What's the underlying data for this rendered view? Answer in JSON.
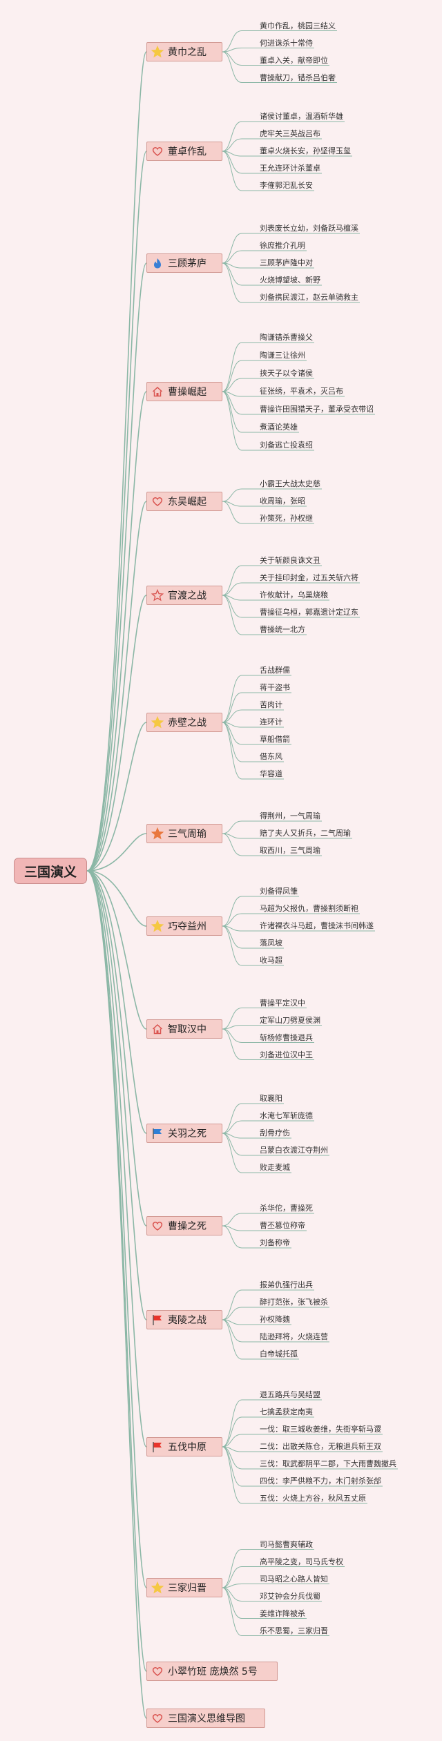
{
  "root": "三国演义",
  "colors": {
    "line": "#8bb7a6",
    "topic_fill": "#f6cfcb",
    "root_fill": "#f1b6b6",
    "background": "#fbf0f1"
  },
  "branches": [
    {
      "title": "黄巾之乱",
      "icon": "star-yellow-icon",
      "items": [
        "黄巾作乱，桃园三结义",
        "何进诛杀十常侍",
        "董卓入关，献帝即位",
        "曹操献刀，错杀吕伯奢"
      ]
    },
    {
      "title": "董卓作乱",
      "icon": "heart-icon",
      "items": [
        "诸侯讨董卓，温酒斩华雄",
        "虎牢关三英战吕布",
        "董卓火烧长安，孙坚得玉玺",
        "王允连环计杀董卓",
        "李傕郭汜乱长安"
      ]
    },
    {
      "title": "三顾茅庐",
      "icon": "flame-icon",
      "items": [
        "刘表废长立幼，刘备跃马檀溪",
        "徐庶推介孔明",
        "三顾茅庐隆中对",
        "火烧博望坡、新野",
        "刘备携民渡江，赵云单骑救主"
      ]
    },
    {
      "title": "曹操崛起",
      "icon": "home-icon",
      "items": [
        "陶谦错杀曹操父",
        "陶谦三让徐州",
        "挟天子以令诸侯",
        "征张绣，平袁术，灭吕布",
        "曹操许田围猎天子，董承受衣带诏",
        "煮酒论英雄",
        "刘备逃亡投袁绍"
      ]
    },
    {
      "title": "东吴崛起",
      "icon": "heart-icon",
      "items": [
        "小霸王大战太史慈",
        "收周瑜，张昭",
        "孙策死，孙权继"
      ]
    },
    {
      "title": "官渡之战",
      "icon": "star-outline-icon",
      "items": [
        "关于斩颜良诛文丑",
        "关于挂印封金，过五关斩六将",
        "许攸献计，乌巢烧粮",
        "曹操征乌桓，郭嘉遗计定辽东",
        "曹操统一北方"
      ]
    },
    {
      "title": "赤壁之战",
      "icon": "star-yellow-icon",
      "items": [
        "舌战群儒",
        "蒋干盗书",
        "苦肉计",
        "连环计",
        "草船借箭",
        "借东风",
        "华容道"
      ]
    },
    {
      "title": "三气周瑜",
      "icon": "star-orange-icon",
      "items": [
        "得荆州，一气周瑜",
        "赔了夫人又折兵，二气周瑜",
        "取西川，三气周瑜"
      ]
    },
    {
      "title": "巧夺益州",
      "icon": "star-yellow-icon",
      "items": [
        "刘备得凤雏",
        "马超为父报仇，曹操割须断袍",
        "许诸裸衣斗马超，曹操沫书间韩遂",
        "落凤坡",
        "收马超"
      ]
    },
    {
      "title": "智取汉中",
      "icon": "home-icon",
      "items": [
        "曹操平定汉中",
        "定军山刀劈夏侯渊",
        "斩杨修曹操退兵",
        "刘备进位汉中王"
      ]
    },
    {
      "title": "关羽之死",
      "icon": "flag-blue-icon",
      "items": [
        "取襄阳",
        "水淹七军斩庞德",
        "刮骨疗伤",
        "吕蒙白衣渡江夺荆州",
        "败走麦城"
      ]
    },
    {
      "title": "曹操之死",
      "icon": "heart-icon",
      "items": [
        "杀华佗，曹操死",
        "曹丕篡位称帝",
        "刘备称帝"
      ]
    },
    {
      "title": "夷陵之战",
      "icon": "flag-red-icon",
      "items": [
        "报弟仇强行出兵",
        "醉打范张，张飞被杀",
        "孙权降魏",
        "陆逊拜将，火烧连营",
        "白帝城托孤"
      ]
    },
    {
      "title": "五伐中原",
      "icon": "flag-red-icon",
      "items": [
        "退五路兵与吴结盟",
        "七擒孟获定南夷",
        "一伐：取三城收姜维，失街亭斩马谡",
        "二伐：出散关陈仓，无粮退兵斩王双",
        "三伐：取武都阴平二郡，下大雨曹魏撤兵",
        "四伐：李严供粮不力，木门射杀张郃",
        "五伐：火烧上方谷，秋风五丈原"
      ]
    },
    {
      "title": "三家归晋",
      "icon": "star-yellow-icon",
      "items": [
        "司马懿曹爽辅政",
        "高平陵之变，司马氏专权",
        "司马昭之心路人皆知",
        "邓艾钟会分兵伐蜀",
        "姜维诈降被杀",
        "乐不思蜀，三家归晋"
      ]
    },
    {
      "title": "小翠竹班 庞焕然 5号",
      "icon": "heart-icon",
      "items": []
    },
    {
      "title": "三国演义思维导图",
      "icon": "heart-icon",
      "items": []
    }
  ]
}
